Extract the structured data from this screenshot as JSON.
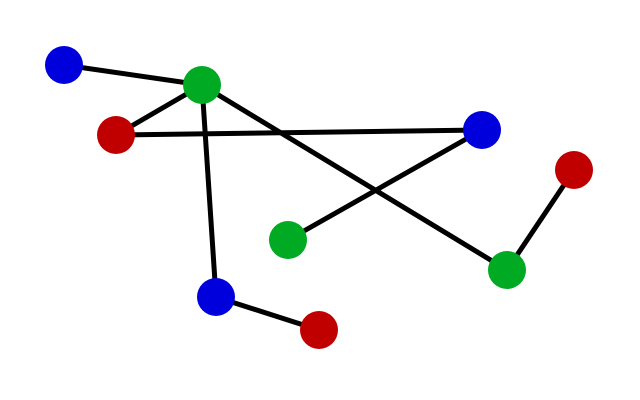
{
  "graph": {
    "nodes": [
      {
        "id": "n1",
        "color": "#0000dd"
      },
      {
        "id": "n2",
        "color": "#00aa22"
      },
      {
        "id": "n3",
        "color": "#c00000"
      },
      {
        "id": "n4",
        "color": "#0000dd"
      },
      {
        "id": "n5",
        "color": "#c00000"
      },
      {
        "id": "n6",
        "color": "#00aa22"
      },
      {
        "id": "n7",
        "color": "#00aa22"
      },
      {
        "id": "n8",
        "color": "#0000dd"
      },
      {
        "id": "n9",
        "color": "#c00000"
      }
    ],
    "edges": [
      {
        "from": "n1",
        "to": "n2"
      },
      {
        "from": "n2",
        "to": "n3"
      },
      {
        "from": "n3",
        "to": "n4"
      },
      {
        "from": "n4",
        "to": "n6"
      },
      {
        "from": "n2",
        "to": "n7"
      },
      {
        "from": "n7",
        "to": "n5"
      },
      {
        "from": "n2",
        "to": "n8"
      },
      {
        "from": "n8",
        "to": "n9"
      }
    ]
  }
}
